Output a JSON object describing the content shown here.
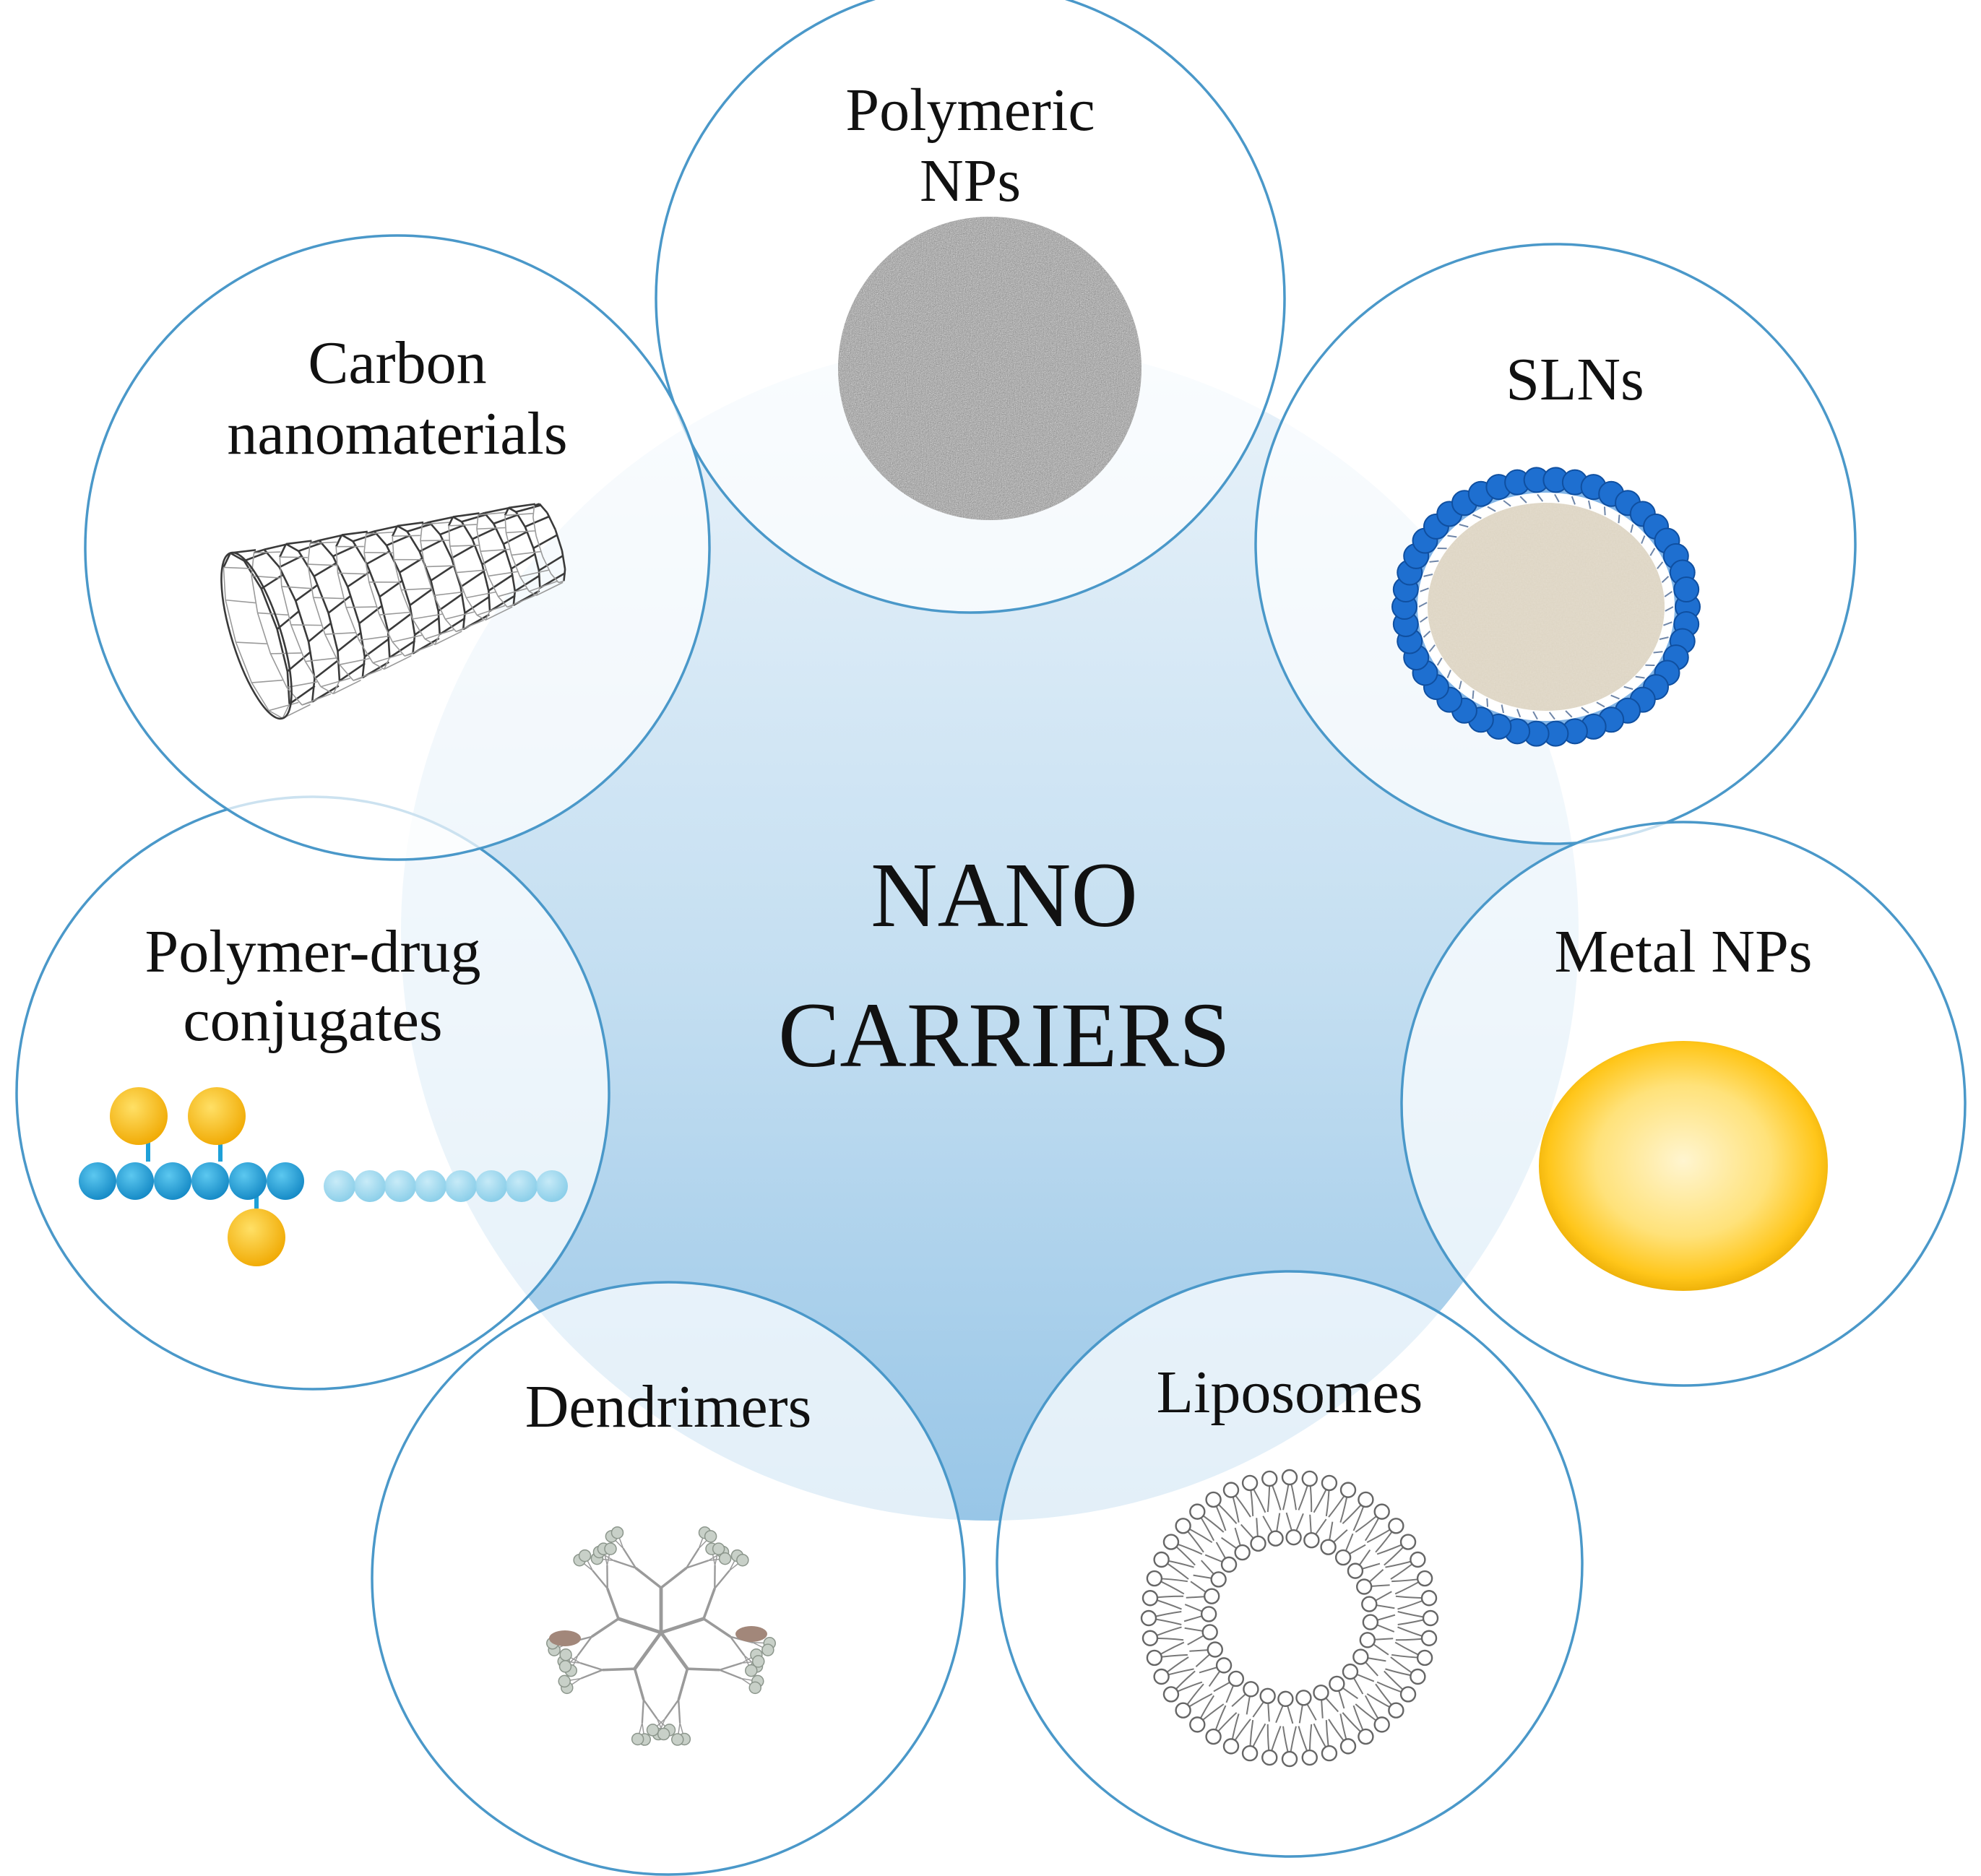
{
  "diagram": {
    "center": {
      "line1": "NANO",
      "line2": "CARRIERS"
    },
    "nodes": {
      "polymeric": {
        "line1": "Polymeric",
        "line2": "NPs",
        "icon": "polymeric-np-sphere"
      },
      "sln": {
        "line1": "SLNs",
        "icon": "solid-lipid-nanoparticle"
      },
      "metal": {
        "line1": "Metal NPs",
        "icon": "gold-nanoparticle"
      },
      "liposomes": {
        "line1": "Liposomes",
        "icon": "liposome-bilayer"
      },
      "dendrimers": {
        "line1": "Dendrimers",
        "icon": "dendrimer-tree"
      },
      "conjugates": {
        "line1": "Polymer-drug",
        "line2": "conjugates",
        "icon": "polymer-drug-chain"
      },
      "carbon": {
        "line1": "Carbon",
        "line2": "nanomaterials",
        "icon": "carbon-nanotube"
      }
    },
    "colors": {
      "ring": "#4a98c9",
      "hub_top": "#e3f0f9",
      "hub_bottom": "#9cc8e8",
      "gold": "#f5b800",
      "membrane_blue": "#1e6fd0",
      "chain_blue": "#1ea0d8"
    }
  }
}
